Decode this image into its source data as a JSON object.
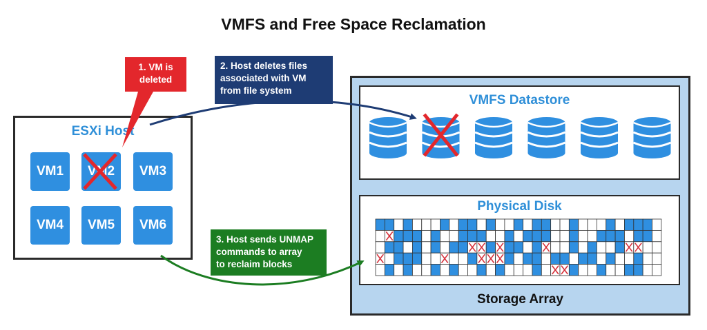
{
  "title": "VMFS and Free Space Reclamation",
  "host": {
    "title": "ESXi Host",
    "vms": [
      {
        "label": "VM1",
        "deleted": false
      },
      {
        "label": "VM2",
        "deleted": true
      },
      {
        "label": "VM3",
        "deleted": false
      },
      {
        "label": "VM4",
        "deleted": false
      },
      {
        "label": "VM5",
        "deleted": false
      },
      {
        "label": "VM6",
        "deleted": false
      }
    ]
  },
  "callouts": {
    "step1": [
      "1. VM is",
      "deleted"
    ],
    "step2": [
      "2. Host deletes files",
      "associated with VM",
      "from file system"
    ],
    "step3": [
      "3. Host sends UNMAP",
      "commands to array",
      "to reclaim blocks"
    ]
  },
  "datastore": {
    "title": "VMFS Datastore",
    "disk_count": 6,
    "deleted_index": 1
  },
  "physical_disk": {
    "title": "Physical Disk",
    "rows": [
      "BBFBFFFBFBBFBFFBFBBFFBFFFBFBBBF",
      "FXBBBFBFFBBBFFBFBBBFFBFFBBBFBBF",
      "FBBFBFBFBBXXBXBBFBXFFBFBFFBXXFF",
      "XFBBBFFXFFBXXXBFBBFBBFBBFBFFBFF",
      "FBFBFFBFBFFBFBFFFBFXXBFFBFFBBFF"
    ]
  },
  "storage_array": {
    "label": "Storage Array"
  },
  "colors": {
    "blue": "#2f8fe0",
    "title_blue": "#2f8fd8",
    "red": "#e3272c",
    "navy": "#1e3c74",
    "green": "#1c7d22",
    "array_bg": "#b7d5ef"
  }
}
